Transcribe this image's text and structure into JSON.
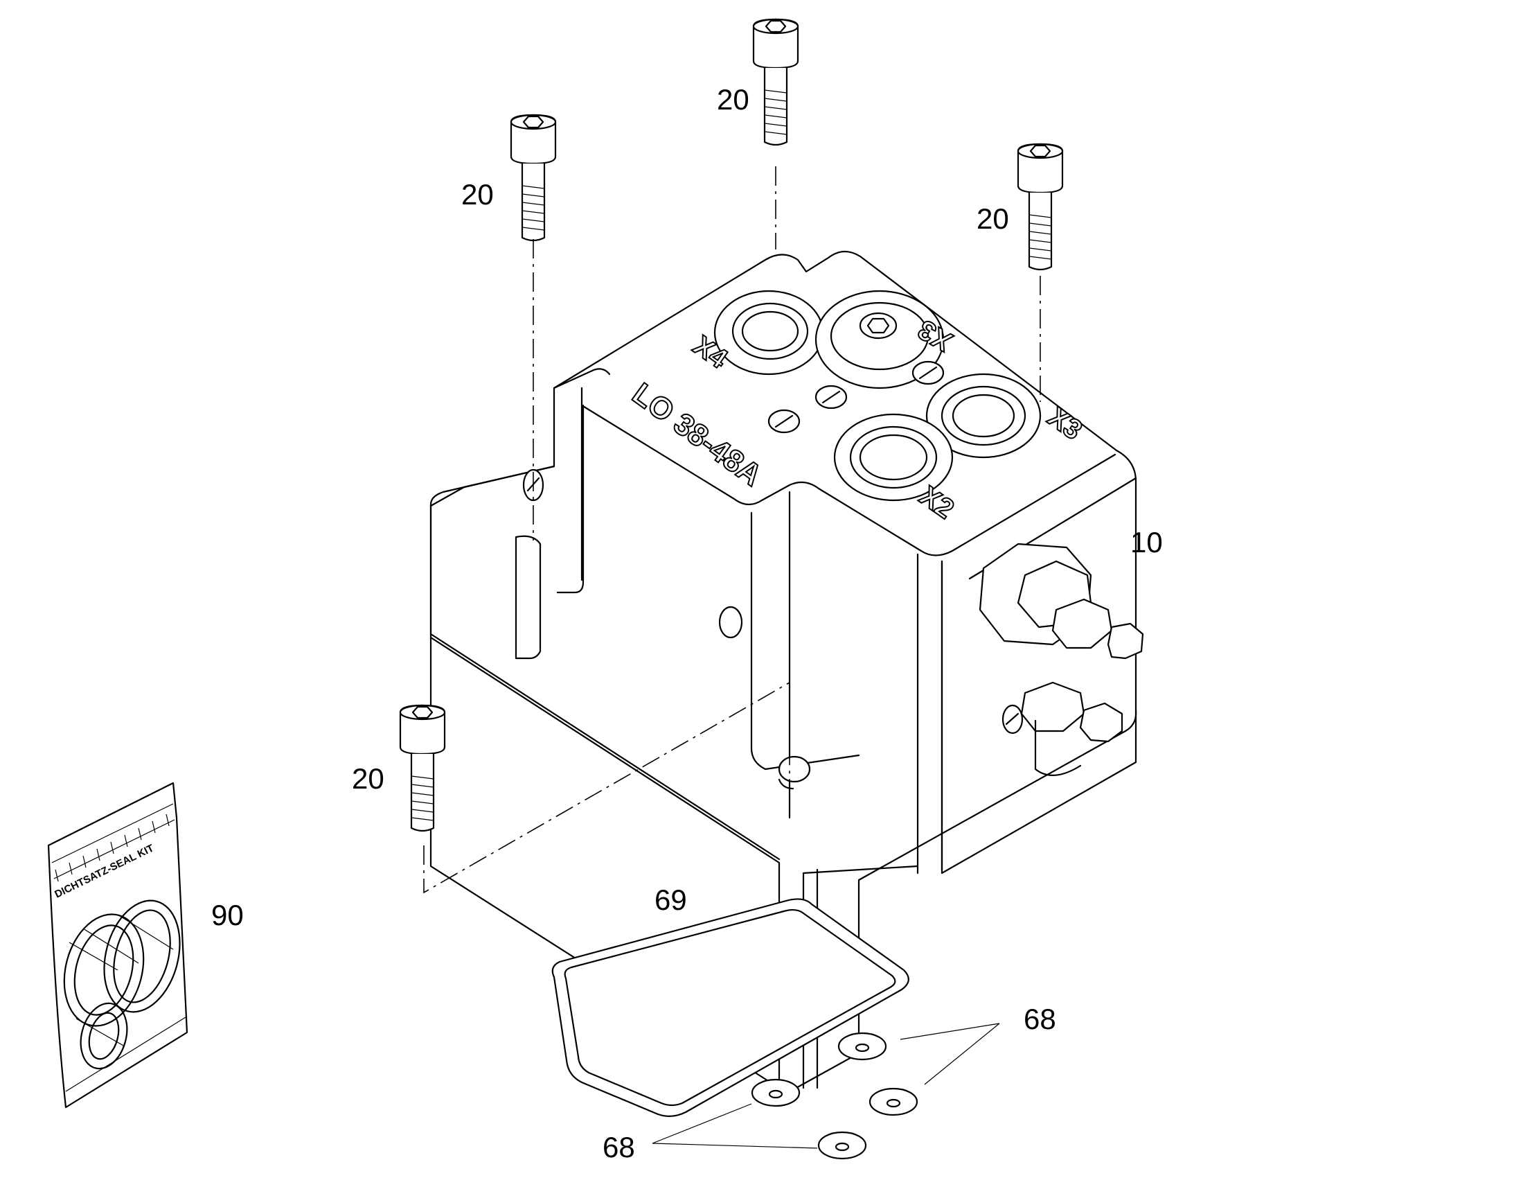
{
  "callouts": {
    "bolt_top_center": "20",
    "bolt_top_left": "20",
    "bolt_top_right": "20",
    "bolt_bottom_left": "20",
    "valve_block": "10",
    "seal_kit": "90",
    "gasket": "69",
    "washers_right": "68",
    "washers_bottom": "68"
  },
  "engravings": {
    "port_x4": "X4",
    "port_x3_top": "X3",
    "port_x3_side": "X3",
    "port_x2": "X2",
    "part_number": "LO 38-48A"
  },
  "seal_kit": {
    "bag_label": "DICHTSATZ-SEAL KIT"
  }
}
